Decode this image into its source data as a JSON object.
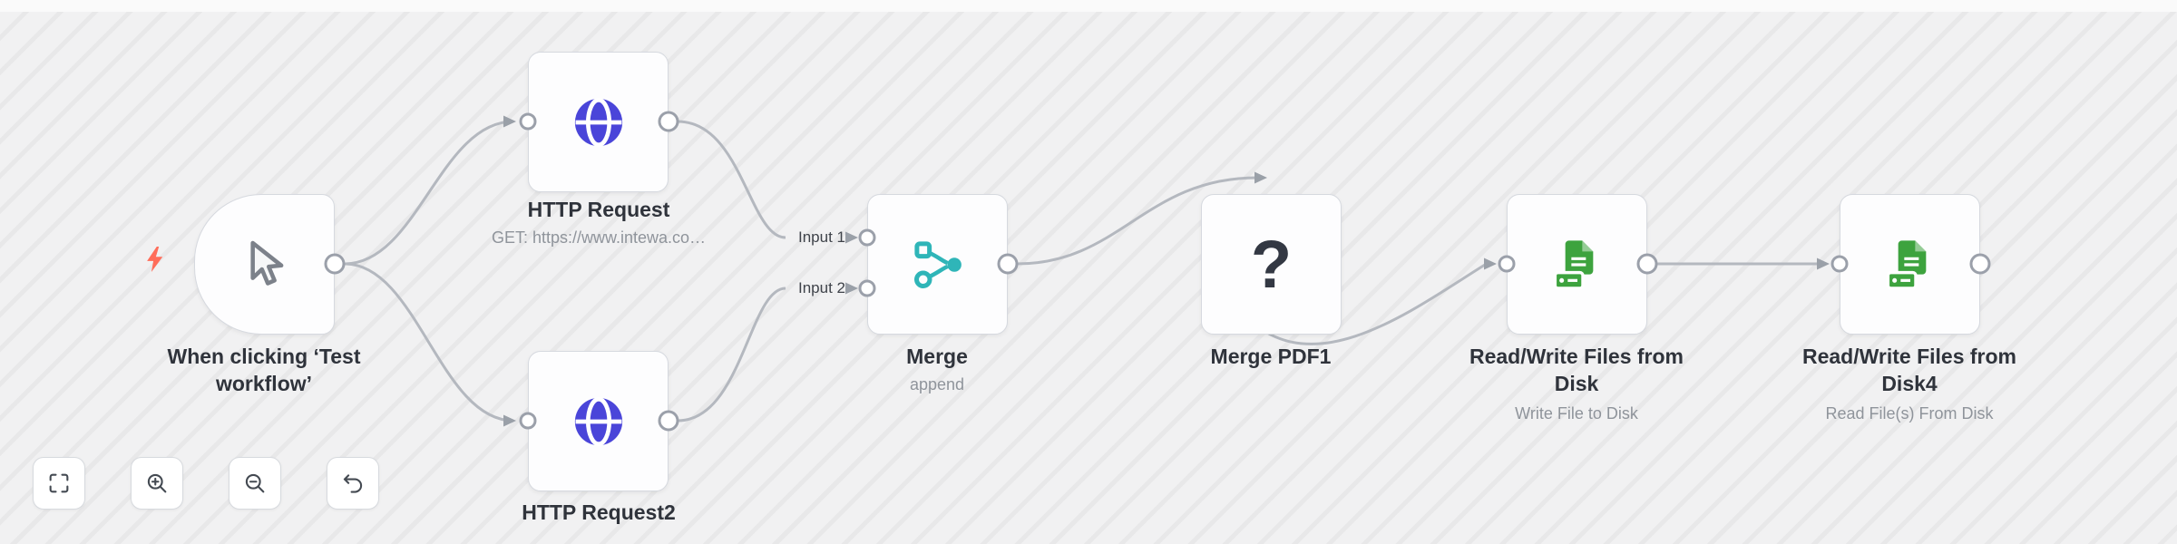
{
  "nodes": [
    {
      "id": "manual-trigger",
      "label": "When clicking ‘Test workflow’",
      "type": "trigger",
      "icon": "cursor-icon"
    },
    {
      "id": "http-request",
      "label": "HTTP Request",
      "subtitle": "GET: https://www.intewa.co…",
      "icon": "globe-icon"
    },
    {
      "id": "http-request2",
      "label": "HTTP Request2",
      "icon": "globe-icon"
    },
    {
      "id": "merge",
      "label": "Merge",
      "subtitle": "append",
      "icon": "merge-icon",
      "inputs": [
        "Input 1",
        "Input 2"
      ]
    },
    {
      "id": "merge-pdf1",
      "label": "Merge PDF1",
      "icon_text": "?"
    },
    {
      "id": "read-write-files-from-disk",
      "label": "Read/Write Files from Disk",
      "subtitle": "Write File to Disk",
      "icon": "file-disk-icon"
    },
    {
      "id": "read-write-files-from-disk4",
      "label": "Read/Write Files from Disk4",
      "subtitle": "Read File(s) From Disk",
      "icon": "file-disk-icon"
    }
  ],
  "controls": [
    {
      "id": "zoom-to-fit",
      "icon": "fit-view-icon"
    },
    {
      "id": "zoom-in",
      "icon": "zoom-in-icon"
    },
    {
      "id": "zoom-out",
      "icon": "zoom-out-icon"
    },
    {
      "id": "undo",
      "icon": "undo-icon"
    }
  ],
  "colors": {
    "http_icon": "#4a45d9",
    "merge_icon": "#2fb5b8",
    "file_icon": "#3da33e",
    "bolt": "#ff6d5a",
    "connection": "#b4b8bf",
    "node_border": "#d6d9df",
    "label": "#2f333b",
    "subtitle": "#8f949b"
  }
}
